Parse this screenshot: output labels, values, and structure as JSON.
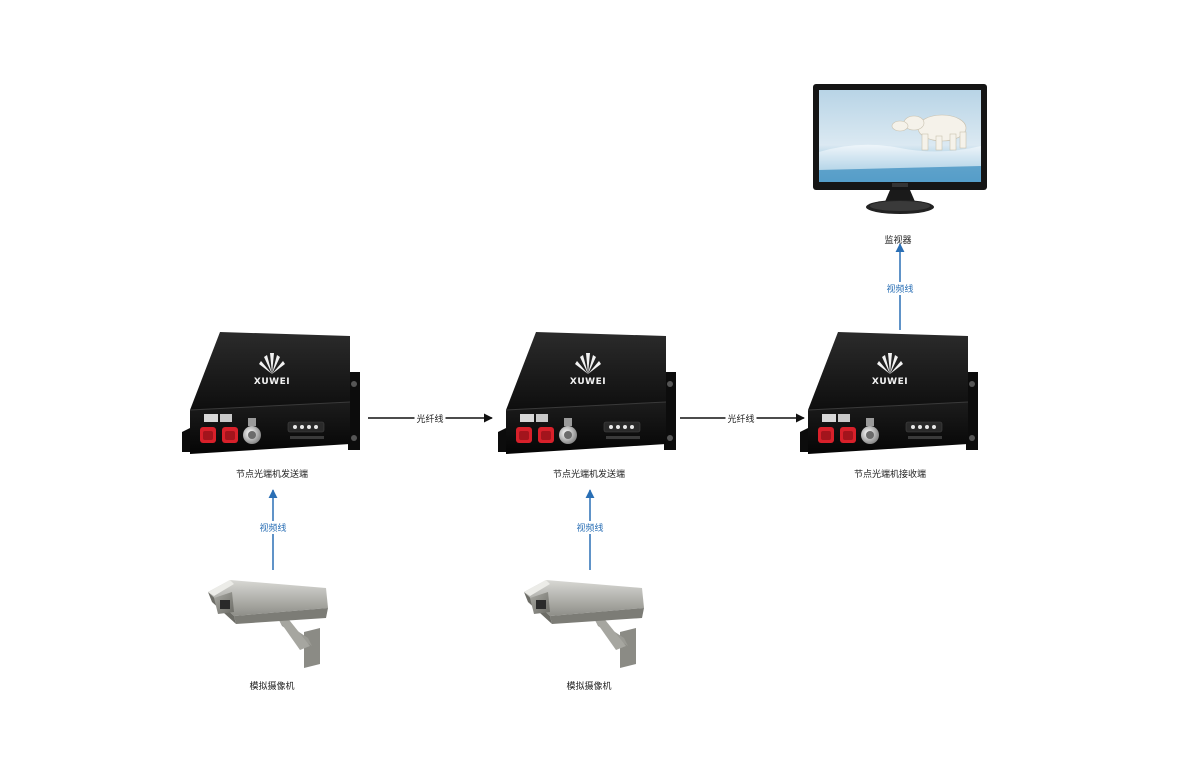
{
  "devices": {
    "transmitter_1": {
      "label": "节点光端机发送端",
      "brand": "XUWEI"
    },
    "transmitter_2": {
      "label": "节点光端机发送端",
      "brand": "XUWEI"
    },
    "receiver": {
      "label": "节点光端机接收端",
      "brand": "XUWEI"
    },
    "monitor": {
      "label": "监视器"
    },
    "camera_1": {
      "label": "模拟摄像机"
    },
    "camera_2": {
      "label": "模拟摄像机"
    }
  },
  "links": {
    "fiber_1": "光纤线",
    "fiber_2": "光纤线",
    "video_cam_1": "视频线",
    "video_cam_2": "视频线",
    "video_monitor": "视频线"
  },
  "colors": {
    "fiber_arrow": "#111111",
    "video_arrow": "#2a6fb5",
    "device_body": "#161616",
    "connector_red": "#d8202a"
  },
  "icons": {
    "device": "fiber-optic-transceiver-icon",
    "camera": "cctv-camera-icon",
    "monitor": "lcd-monitor-icon"
  }
}
